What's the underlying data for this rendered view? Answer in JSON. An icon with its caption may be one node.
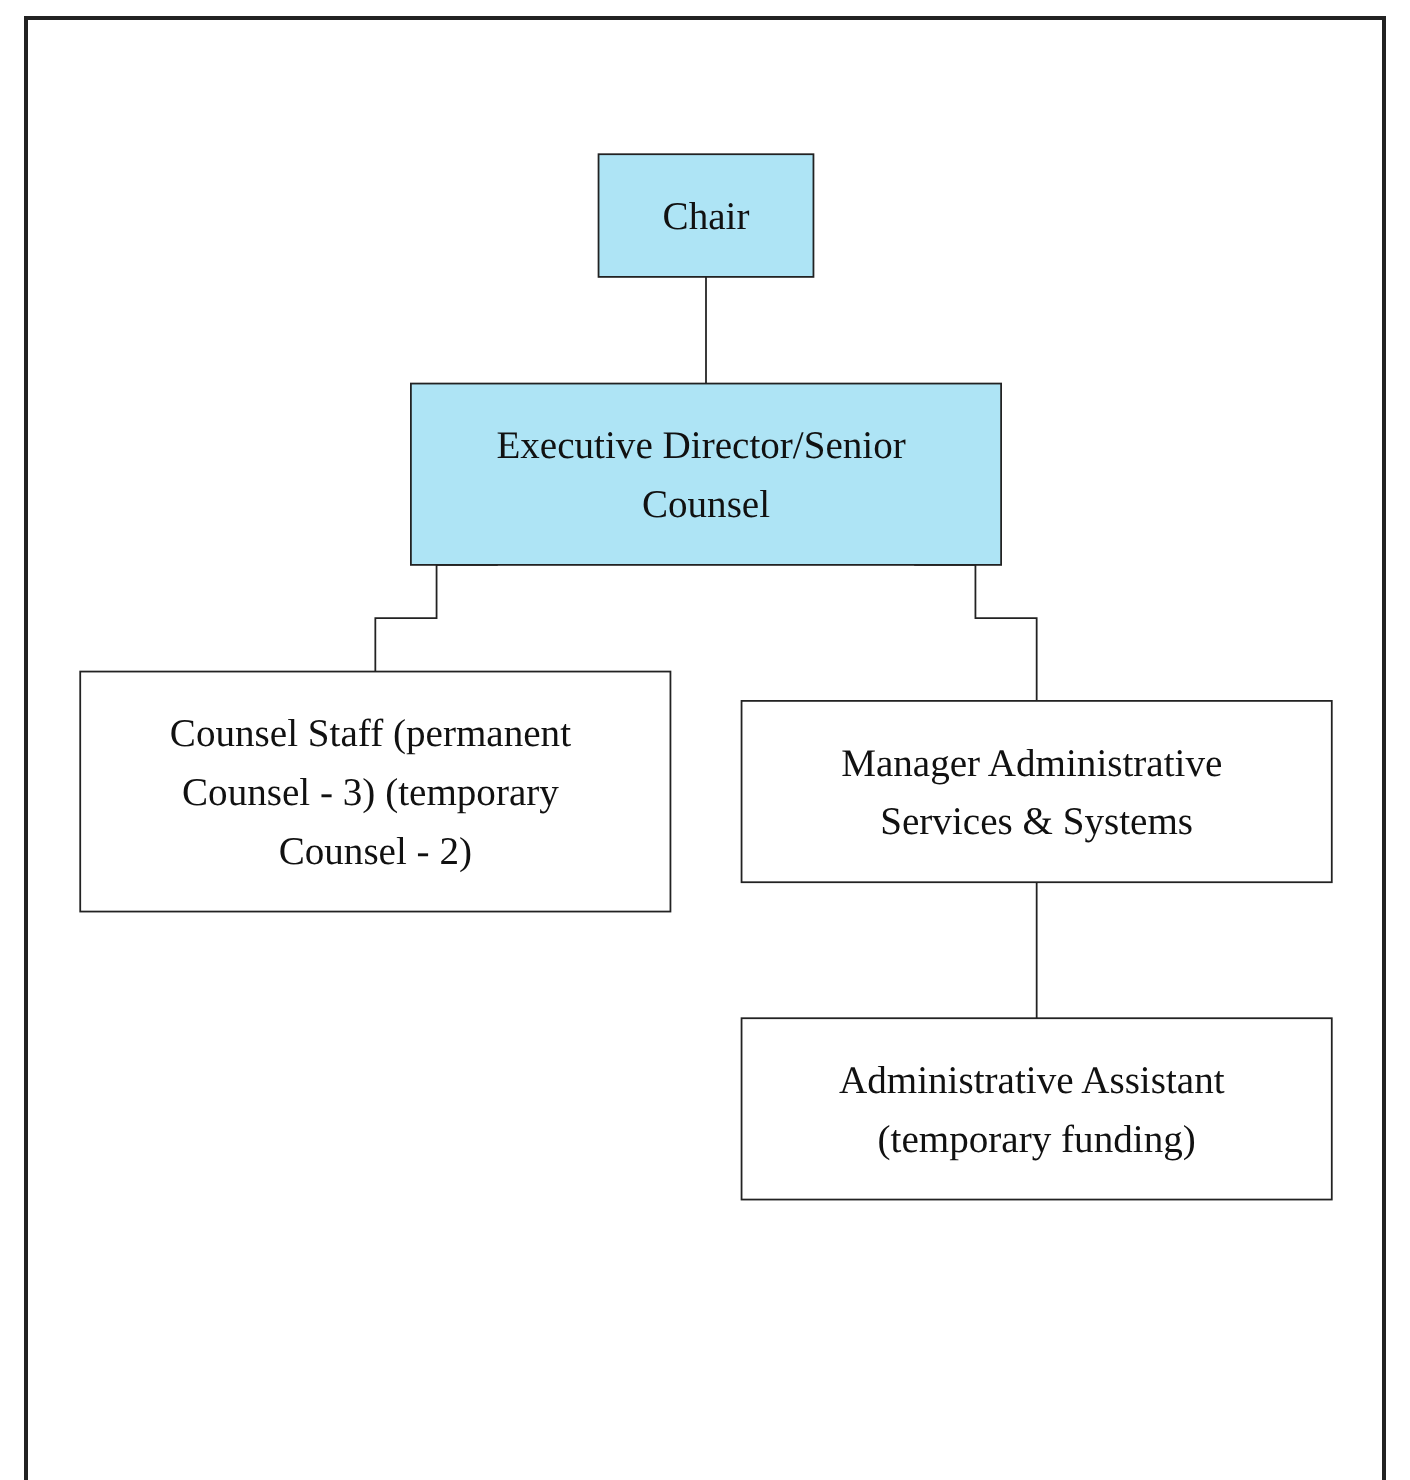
{
  "diagram": {
    "nodes": [
      {
        "text": [
          "Chair"
        ]
      },
      {
        "text": [
          "Executive Director/Senior Counsel"
        ]
      },
      {
        "text": [
          "Counsel Staff (permanent Counsel - 3) (temporary Counsel - 2)"
        ]
      },
      {
        "text": [
          "Manager Administrative Services & Systems"
        ]
      },
      {
        "text": [
          "Administrative Assistant (temporary funding)"
        ]
      }
    ],
    "edges": [
      {
        "from": 0,
        "to": 1,
        "arrow": "none"
      },
      {
        "from": 1,
        "to": 2,
        "arrow": "none"
      },
      {
        "from": 1,
        "to": 3,
        "arrow": "none"
      },
      {
        "from": 3,
        "to": 4,
        "arrow": "none"
      }
    ]
  }
}
